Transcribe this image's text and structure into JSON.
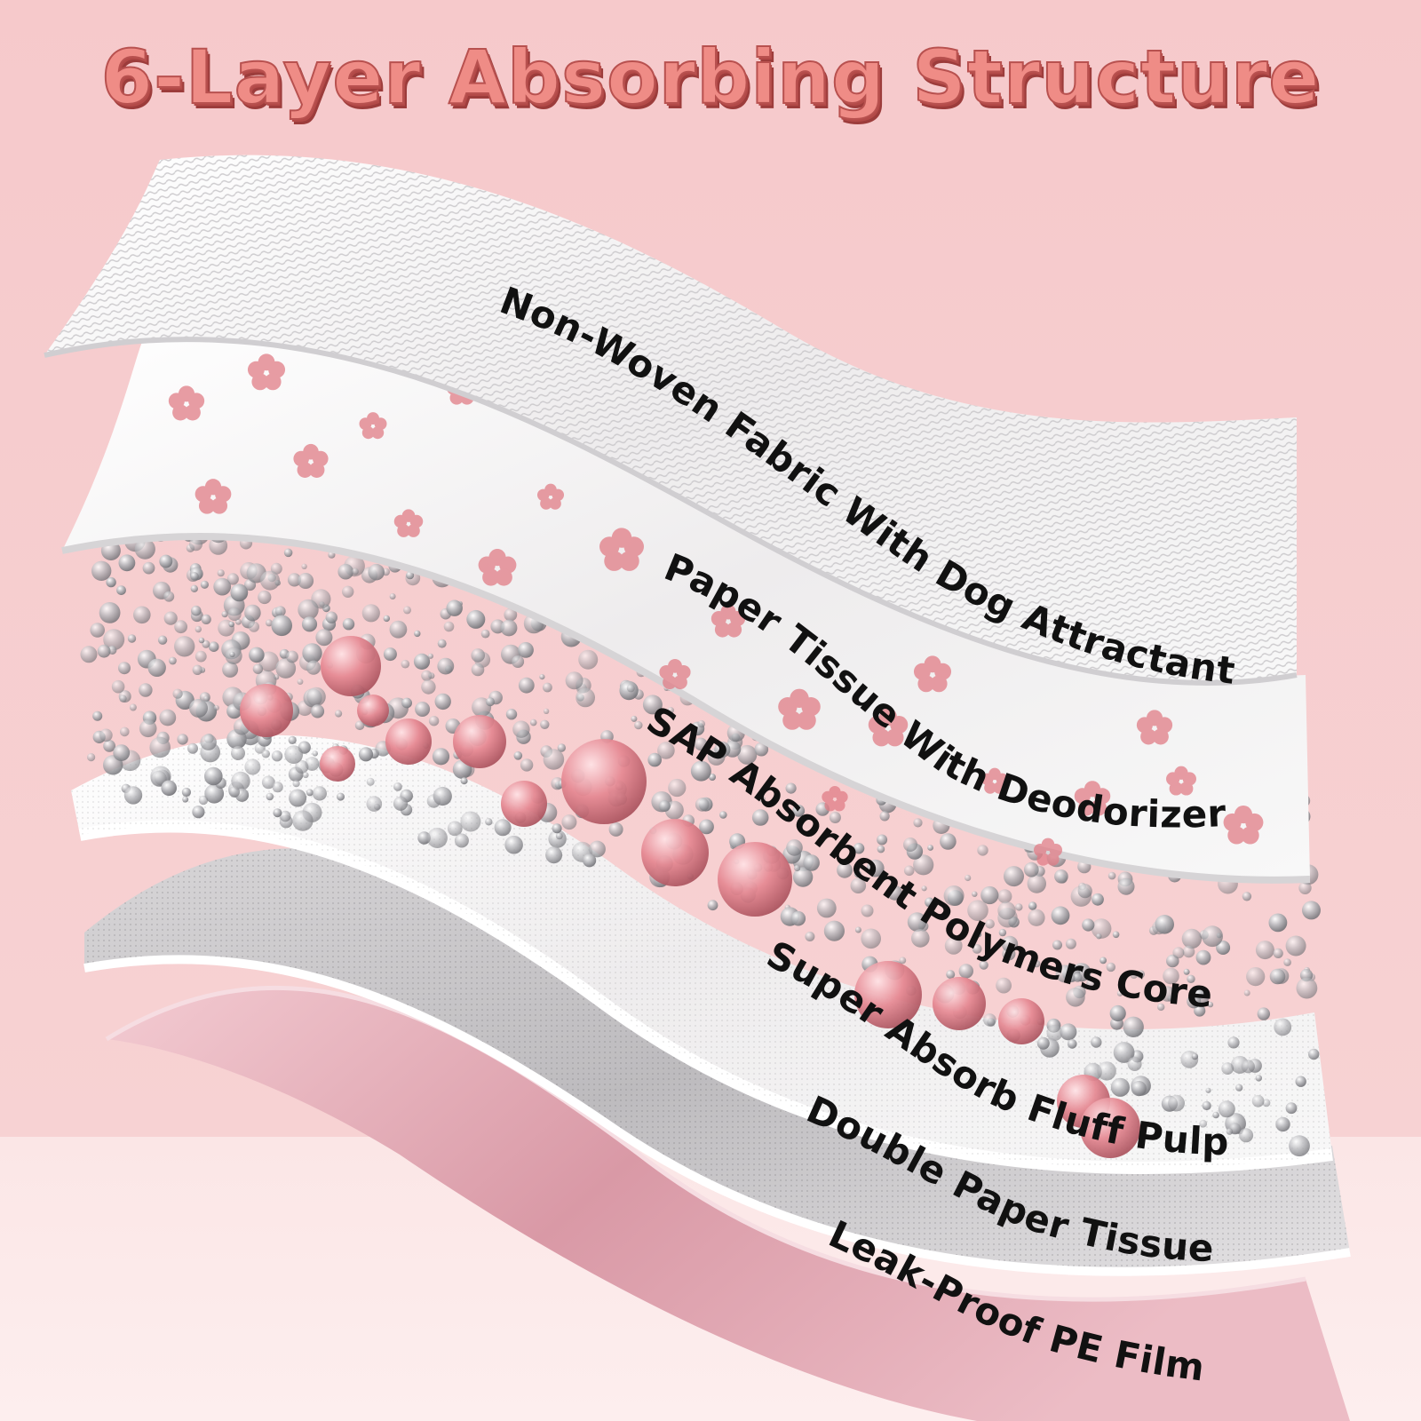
{
  "title": "6-Layer Absorbing Structure",
  "layers": [
    {
      "label": "Non-Woven Fabric With Dog Attractant"
    },
    {
      "label": "Paper Tissue With Deodorizer"
    },
    {
      "label": "SAP Absorbent Polymers Core"
    },
    {
      "label": "Super Absorb Fluff Pulp"
    },
    {
      "label": "Double Paper Tissue"
    },
    {
      "label": "Leak-Proof PE Film"
    }
  ],
  "colors": {
    "background": "#f7d3d4",
    "title_fill": "#ef8c86",
    "title_stroke": "#b34a48",
    "sheet_white": "#f4f2f3",
    "sheet_pink": "#e7b7c0",
    "flower": "#e07c86",
    "bead_clear": "#cfcfd2",
    "bead_pink": "#e7868f"
  }
}
